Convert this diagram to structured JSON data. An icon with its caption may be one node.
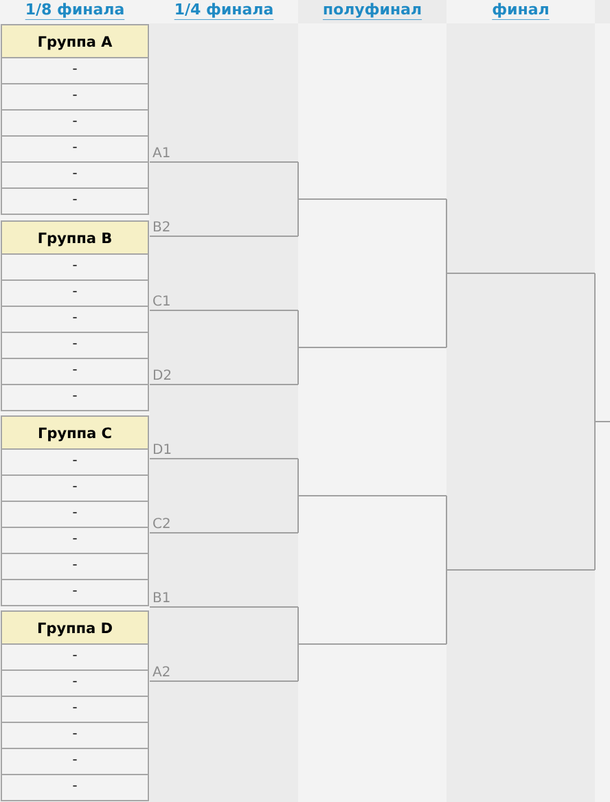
{
  "diagram": {
    "nodes": [
      {
        "text": [
          "Группа A"
        ]
      },
      {
        "text": [
          "-"
        ],
        "in": 0
      },
      {
        "text": [
          "-"
        ],
        "in": 0
      },
      {
        "text": [
          "-"
        ],
        "in": 0
      },
      {
        "text": [
          "-"
        ],
        "in": 0
      },
      {
        "text": [
          "-"
        ],
        "in": 0
      },
      {
        "text": [
          "-"
        ],
        "in": 0
      },
      {
        "text": [
          "Группа B"
        ]
      },
      {
        "text": [
          "-"
        ],
        "in": 7
      },
      {
        "text": [
          "-"
        ],
        "in": 7
      },
      {
        "text": [
          "-"
        ],
        "in": 7
      },
      {
        "text": [
          "-"
        ],
        "in": 7
      },
      {
        "text": [
          "-"
        ],
        "in": 7
      },
      {
        "text": [
          "-"
        ],
        "in": 7
      },
      {
        "text": [
          "Группа C"
        ]
      },
      {
        "text": [
          "-"
        ],
        "in": 14
      },
      {
        "text": [
          "-"
        ],
        "in": 14
      },
      {
        "text": [
          "-"
        ],
        "in": 14
      },
      {
        "text": [
          "-"
        ],
        "in": 14
      },
      {
        "text": [
          "-"
        ],
        "in": 14
      },
      {
        "text": [
          "-"
        ],
        "in": 14
      },
      {
        "text": [
          "Группа D"
        ]
      },
      {
        "text": [
          "-"
        ],
        "in": 21
      },
      {
        "text": [
          "-"
        ],
        "in": 21
      },
      {
        "text": [
          "-"
        ],
        "in": 21
      },
      {
        "text": [
          "-"
        ],
        "in": 21
      },
      {
        "text": [
          "-"
        ],
        "in": 21
      },
      {
        "text": [
          "-"
        ],
        "in": 21
      },
      {
        "text": [
          "A1"
        ]
      },
      {
        "text": [
          "B2"
        ]
      },
      {
        "text": [
          "C1"
        ]
      },
      {
        "text": [
          "D2"
        ]
      },
      {
        "text": [
          "D1"
        ]
      },
      {
        "text": [
          "C2"
        ]
      },
      {
        "text": [
          "B1"
        ]
      },
      {
        "text": [
          "A2"
        ]
      },
      {
        "text": [],
        "shape": "line"
      },
      {
        "text": [],
        "shape": "line"
      },
      {
        "text": [],
        "shape": "line"
      },
      {
        "text": [],
        "shape": "line"
      },
      {
        "text": [],
        "shape": "line"
      },
      {
        "text": [],
        "shape": "line"
      },
      {
        "text": [],
        "shape": "line"
      }
    ],
    "edges": [
      {
        "from": 28,
        "to": 36,
        "arrow": "none"
      },
      {
        "from": 29,
        "to": 36,
        "arrow": "none"
      },
      {
        "from": 30,
        "to": 37,
        "arrow": "none"
      },
      {
        "from": 31,
        "to": 37,
        "arrow": "none"
      },
      {
        "from": 32,
        "to": 38,
        "arrow": "none"
      },
      {
        "from": 33,
        "to": 38,
        "arrow": "none"
      },
      {
        "from": 34,
        "to": 39,
        "arrow": "none"
      },
      {
        "from": 35,
        "to": 39,
        "arrow": "none"
      },
      {
        "from": 36,
        "to": 40,
        "arrow": "none"
      },
      {
        "from": 37,
        "to": 40,
        "arrow": "none"
      },
      {
        "from": 38,
        "to": 41,
        "arrow": "none"
      },
      {
        "from": 39,
        "to": 41,
        "arrow": "none"
      },
      {
        "from": 40,
        "to": 42,
        "arrow": "none"
      },
      {
        "from": 41,
        "to": 42,
        "arrow": "none"
      }
    ],
    "labels": [
      "1/8 финала",
      "1/4 финала",
      "полуфинал",
      "финал"
    ]
  }
}
